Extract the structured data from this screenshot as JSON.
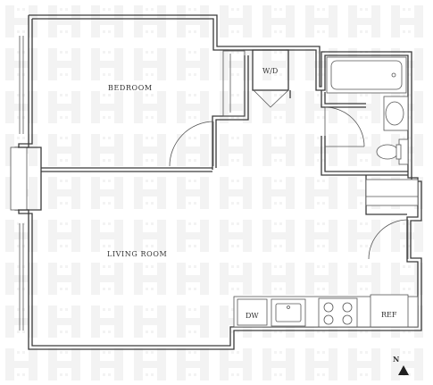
{
  "rooms": {
    "bedroom": "BEDROOM",
    "living_room": "LIVING ROOM"
  },
  "appliances": {
    "washer_dryer": "W/D",
    "dishwasher": "DW",
    "refrigerator": "REF"
  },
  "compass": {
    "label": "N"
  },
  "colors": {
    "wall": "#3a3a3a",
    "watermark": "#f3f3f3",
    "background": "#ffffff"
  },
  "icons": {
    "background_pattern": "h-logo-watermark-pattern",
    "north_arrow": "north-arrow-icon"
  }
}
